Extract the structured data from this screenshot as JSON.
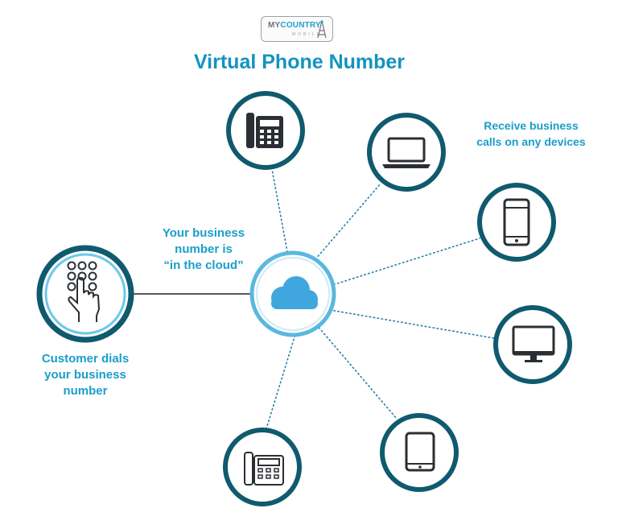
{
  "logo": {
    "word_my": "MY",
    "word_country": "COUNTRY",
    "word_sub": "MOBILE"
  },
  "title": "Virtual Phone Number",
  "captions": {
    "devices": [
      "Receive business",
      "calls on any devices"
    ],
    "cloud": [
      "Your business",
      "number is",
      "“in the cloud”"
    ],
    "customer": [
      "Customer dials",
      "your business",
      "number"
    ]
  },
  "colors": {
    "title": "#1493bf",
    "caption": "#1a9ec9",
    "ring_dark": "#0f5a6e",
    "cloud_ring": "#5ab8e0",
    "cloud_fill": "#3fa7dd",
    "icon_dark": "#2b2f33",
    "dots": "#2a7fa8"
  },
  "nodes": [
    {
      "name": "desk-phone",
      "icon": "desk-phone-icon"
    },
    {
      "name": "laptop",
      "icon": "laptop-icon"
    },
    {
      "name": "smartphone",
      "icon": "smartphone-icon"
    },
    {
      "name": "monitor",
      "icon": "monitor-icon"
    },
    {
      "name": "tablet",
      "icon": "tablet-icon"
    },
    {
      "name": "office-phone",
      "icon": "office-phone-icon"
    },
    {
      "name": "customer-dial",
      "icon": "hand-keypad-icon"
    },
    {
      "name": "cloud",
      "icon": "cloud-icon"
    }
  ]
}
